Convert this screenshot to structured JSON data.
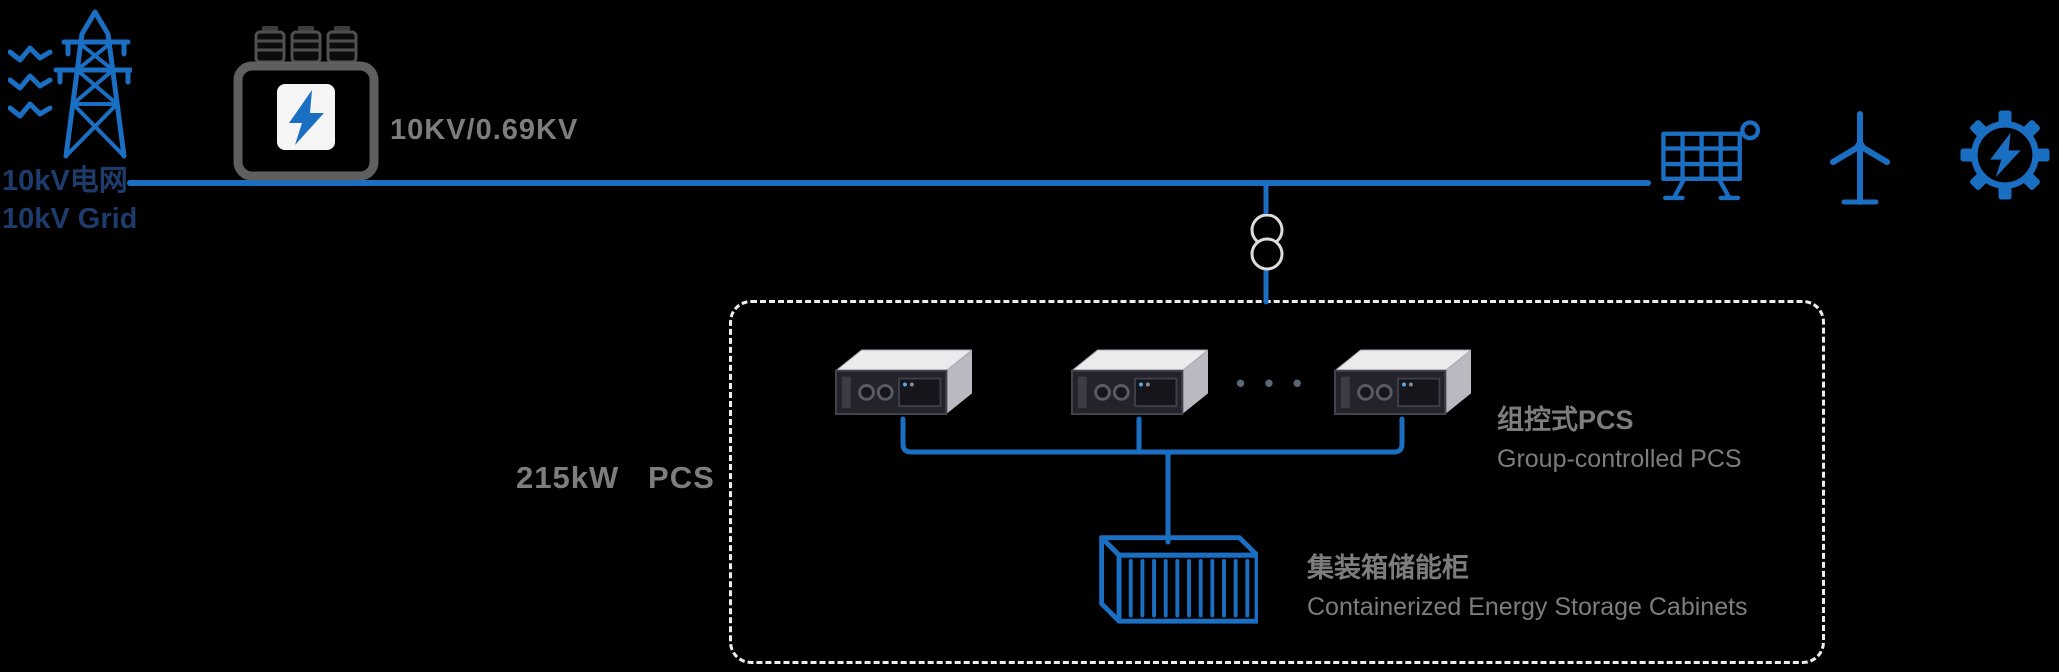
{
  "colors": {
    "background": "#000000",
    "accent_blue": "#1a6fc2",
    "grid_text_navy": "#1e3c6b",
    "label_gray": "#7d7d7d",
    "transformer_outline": "#5f5f5f",
    "dashed_border": "#ededed",
    "dot_gray": "#5a6673"
  },
  "grid_source": {
    "label_zh": "10kV电网",
    "label_en": "10kV Grid"
  },
  "transformer": {
    "ratio_label": "10KV/0.69KV"
  },
  "pcs_group": {
    "power_label": "215kW   PCS",
    "ellipsis": "• • •",
    "label_zh": "组控式PCS",
    "label_en": "Group-controlled PCS"
  },
  "storage": {
    "label_zh": "集装箱储能柜",
    "label_en": "Containerized Energy Storage Cabinets"
  }
}
